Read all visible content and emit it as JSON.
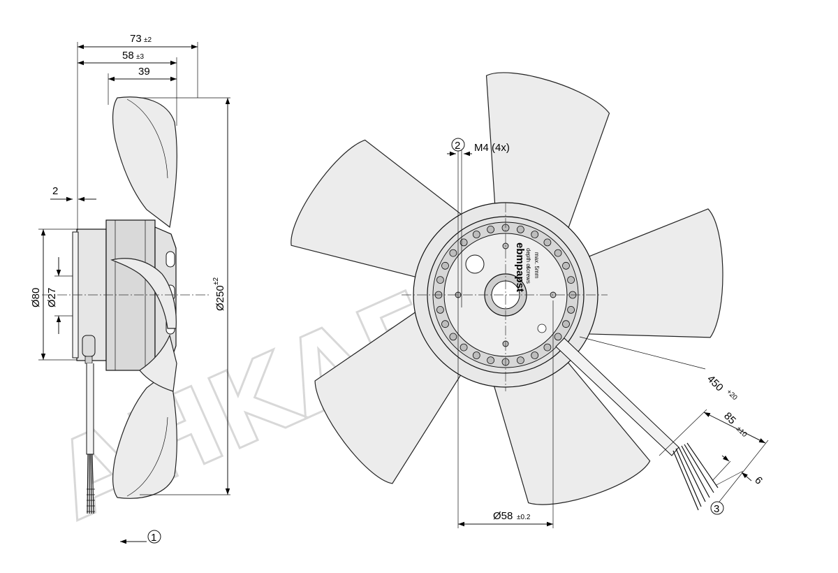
{
  "watermark": "AHKAFPY",
  "side_view": {
    "dims": {
      "overall_depth": {
        "value": "73",
        "tol": "±2"
      },
      "motor_depth": {
        "value": "58",
        "tol": "±3"
      },
      "blade_depth": {
        "value": "39"
      },
      "flange_offset": {
        "value": "2"
      },
      "motor_diameter": {
        "value": "Ø80"
      },
      "shaft_diameter": {
        "value": "Ø27"
      },
      "fan_diameter": {
        "value": "Ø250",
        "tol": "±2"
      }
    },
    "airflow_marker": "1"
  },
  "front_view": {
    "mount_marker": "2",
    "mount_label": "M4 (4x)",
    "bolt_circle": {
      "value": "Ø58",
      "tol": "±0.2"
    },
    "cable_length": {
      "value": "450",
      "tol": "+20"
    },
    "strip_length": {
      "value": "85",
      "tol": "±10"
    },
    "wire_strip": {
      "value": "6"
    },
    "cable_marker": "3",
    "label_brand": "ebmpapst",
    "label_line1": "depth of",
    "label_line2": "screws",
    "label_line3": "max. 5mm"
  },
  "icons": [
    "airflow-arrow-icon",
    "fan-blade-icon",
    "motor-hub-icon",
    "cable-icon"
  ]
}
